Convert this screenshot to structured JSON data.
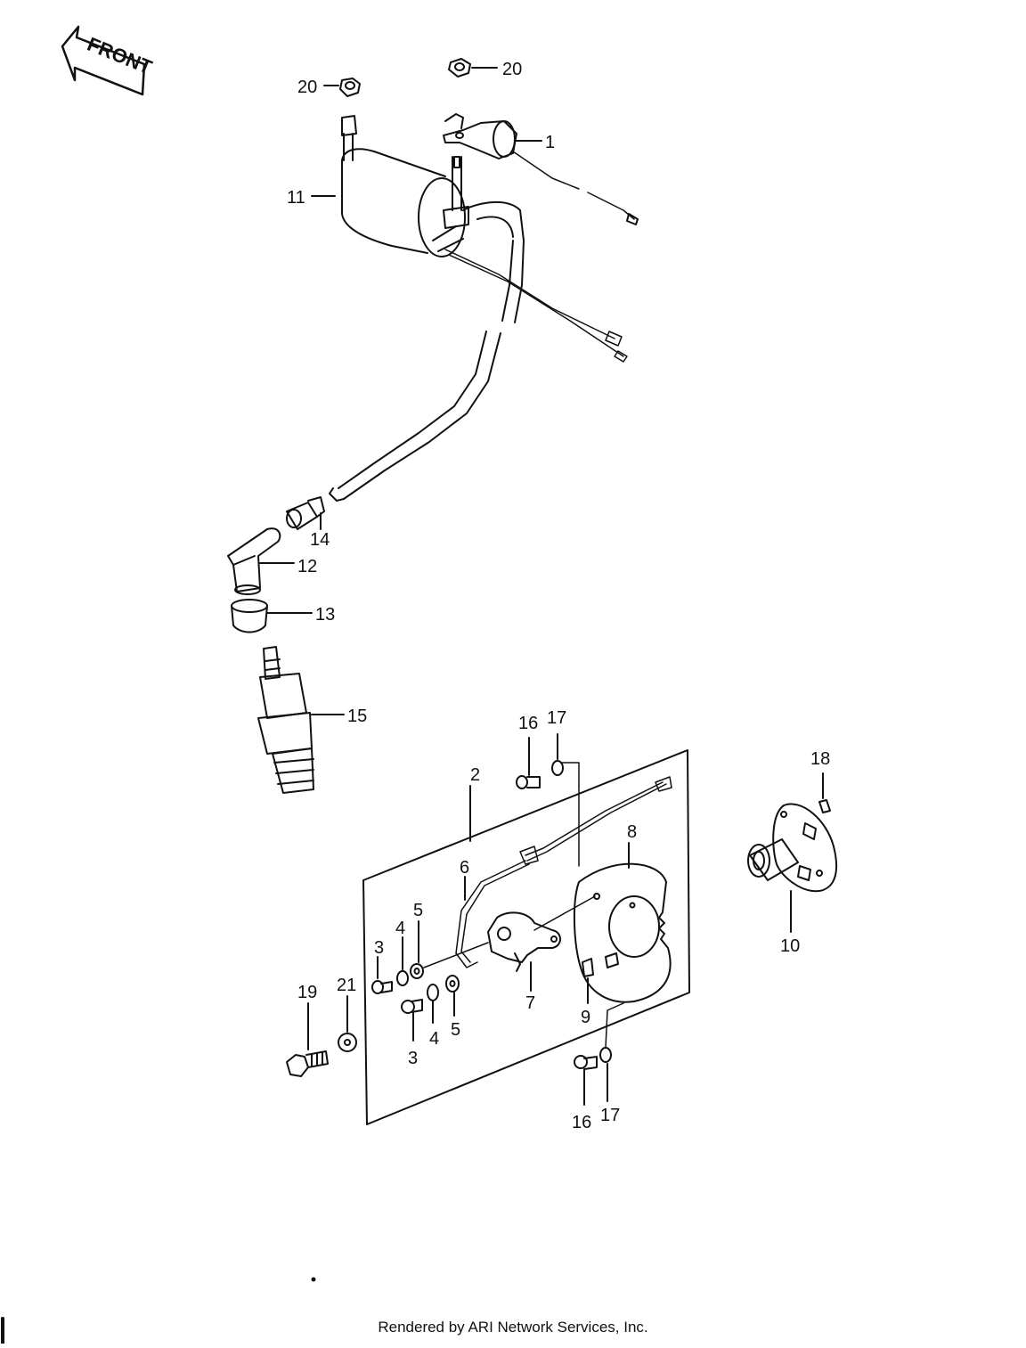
{
  "front_label": "FRONT",
  "callouts": [
    {
      "id": "c20a",
      "text": "20"
    },
    {
      "id": "c20b",
      "text": "20"
    },
    {
      "id": "c1",
      "text": "1"
    },
    {
      "id": "c11",
      "text": "11"
    },
    {
      "id": "c14",
      "text": "14"
    },
    {
      "id": "c12",
      "text": "12"
    },
    {
      "id": "c13",
      "text": "13"
    },
    {
      "id": "c15",
      "text": "15"
    },
    {
      "id": "c16a",
      "text": "16"
    },
    {
      "id": "c17a",
      "text": "17"
    },
    {
      "id": "c2",
      "text": "2"
    },
    {
      "id": "c18",
      "text": "18"
    },
    {
      "id": "c8",
      "text": "8"
    },
    {
      "id": "c6",
      "text": "6"
    },
    {
      "id": "c5a",
      "text": "5"
    },
    {
      "id": "c4a",
      "text": "4"
    },
    {
      "id": "c3a",
      "text": "3"
    },
    {
      "id": "c19",
      "text": "19"
    },
    {
      "id": "c21",
      "text": "21"
    },
    {
      "id": "c3b",
      "text": "3"
    },
    {
      "id": "c4b",
      "text": "4"
    },
    {
      "id": "c5b",
      "text": "5"
    },
    {
      "id": "c7",
      "text": "7"
    },
    {
      "id": "c9",
      "text": "9"
    },
    {
      "id": "c10",
      "text": "10"
    },
    {
      "id": "c16b",
      "text": "16"
    },
    {
      "id": "c17b",
      "text": "17"
    }
  ],
  "footer": "Rendered by ARI Network Services, Inc."
}
